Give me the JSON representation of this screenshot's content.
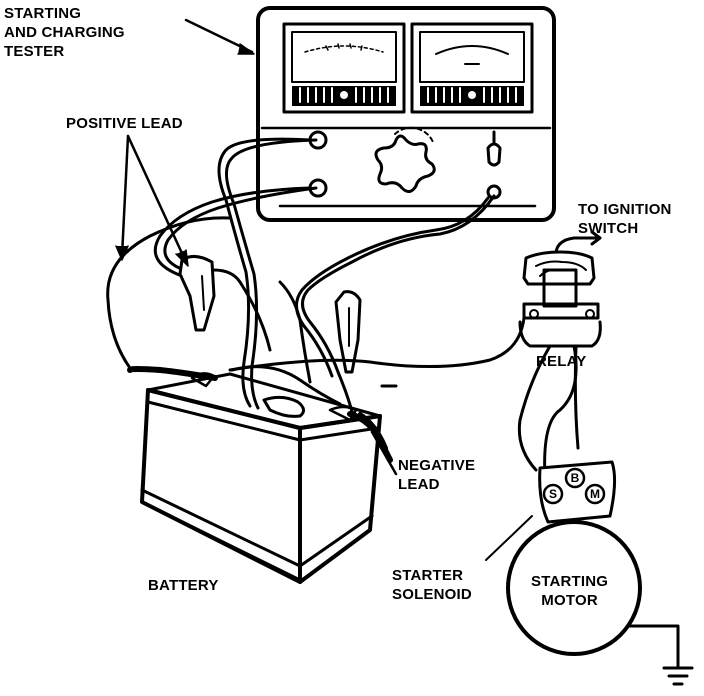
{
  "labels": {
    "tester_line1": "STARTING",
    "tester_line2": "AND CHARGING",
    "tester_line3": "TESTER",
    "positive_lead": "POSITIVE LEAD",
    "ignition_line1": "TO IGNITION",
    "ignition_line2": "SWITCH",
    "relay": "RELAY",
    "negative_line1": "NEGATIVE",
    "negative_line2": "LEAD",
    "battery": "BATTERY",
    "solenoid_line1": "STARTER",
    "solenoid_line2": "SOLENOID",
    "motor_line1": "STARTING",
    "motor_line2": "MOTOR"
  },
  "solenoid_terminals": {
    "s": "S",
    "b": "B",
    "m": "M"
  }
}
